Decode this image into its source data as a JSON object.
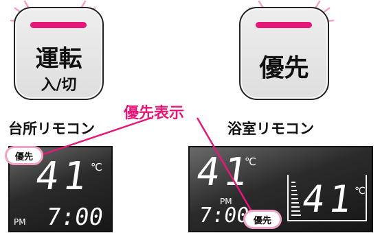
{
  "kitchen_remote": {
    "caption": "台所リモコン",
    "run_button": {
      "main_label": "運転",
      "sub_label": "入/切",
      "indicator_color": "#e5187a"
    },
    "display": {
      "priority_tag": "優先",
      "temperature": "41",
      "temperature_unit": "℃",
      "time_period": "PM",
      "time": "7:00"
    }
  },
  "bath_remote": {
    "caption": "浴室リモコン",
    "priority_button": {
      "label": "優先",
      "indicator_color": "#e5187a"
    },
    "display": {
      "temperature": "41",
      "temperature_unit": "℃",
      "time_period": "PM",
      "time": "7:00",
      "priority_tag": "優先",
      "bath_temperature": "41",
      "bath_temperature_unit": "℃"
    }
  },
  "callout": {
    "label": "優先表示",
    "color": "#e5187a",
    "highlight_color": "#f2a0c6"
  }
}
